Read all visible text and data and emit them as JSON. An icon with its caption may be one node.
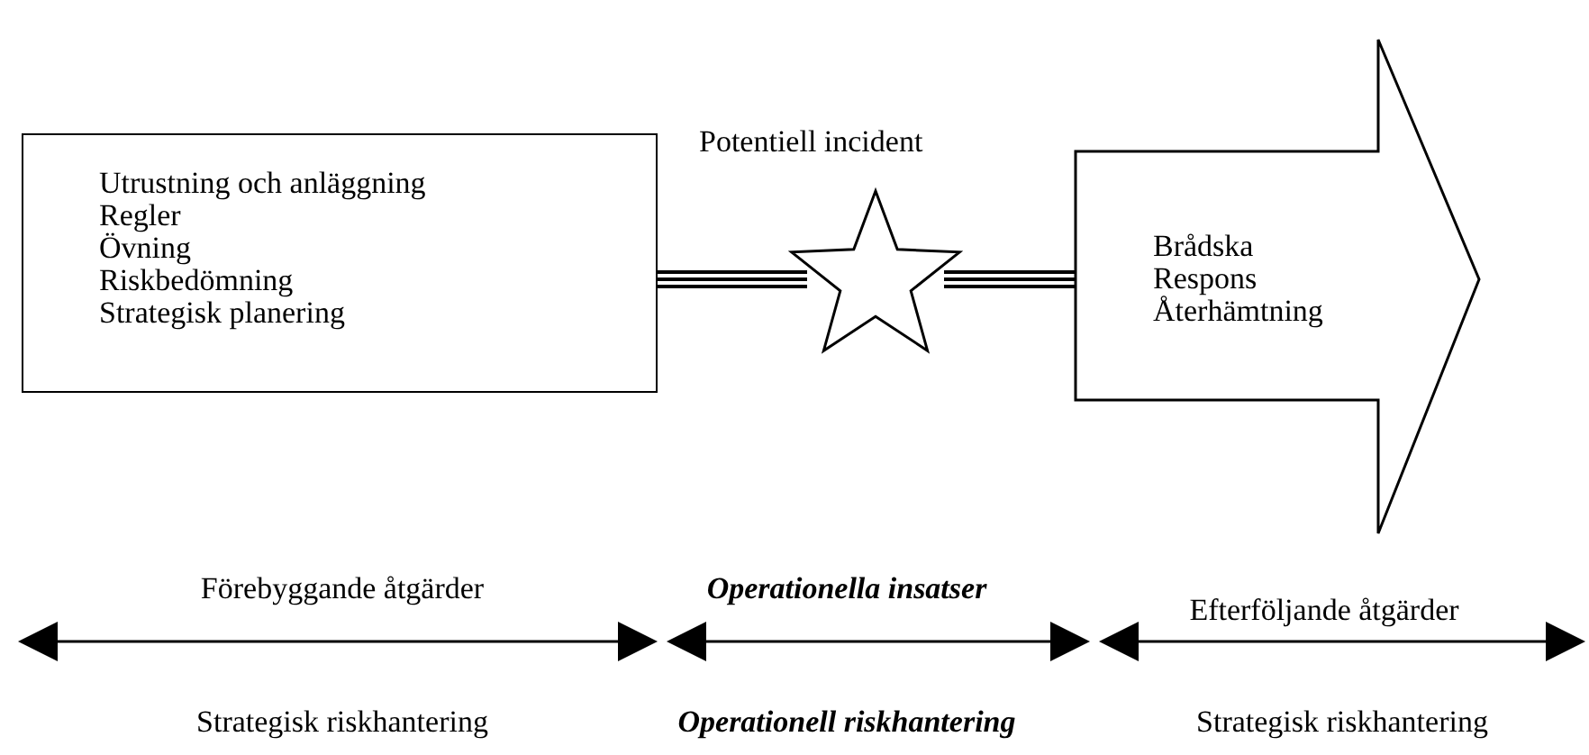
{
  "diagram": {
    "nodes": [
      {
        "text": [
          "Utrustning och anläggning",
          "Regler",
          "Övning",
          "Riskbedömning",
          "Strategisk planering"
        ]
      },
      {
        "text": [
          "Potentiell incident"
        ]
      },
      {
        "text": [
          "Brådska",
          "Respons",
          "Återhämtning"
        ]
      }
    ],
    "edges": [
      {
        "from": 0,
        "to": 1,
        "arrow": "none"
      },
      {
        "from": 1,
        "to": 2,
        "arrow": "none"
      }
    ],
    "labels": [
      "Förebyggande åtgärder",
      "Operationella insatser",
      "Efterföljande åtgärder",
      "Strategisk riskhantering",
      "Operationell riskhantering",
      "Strategisk riskhantering"
    ]
  }
}
